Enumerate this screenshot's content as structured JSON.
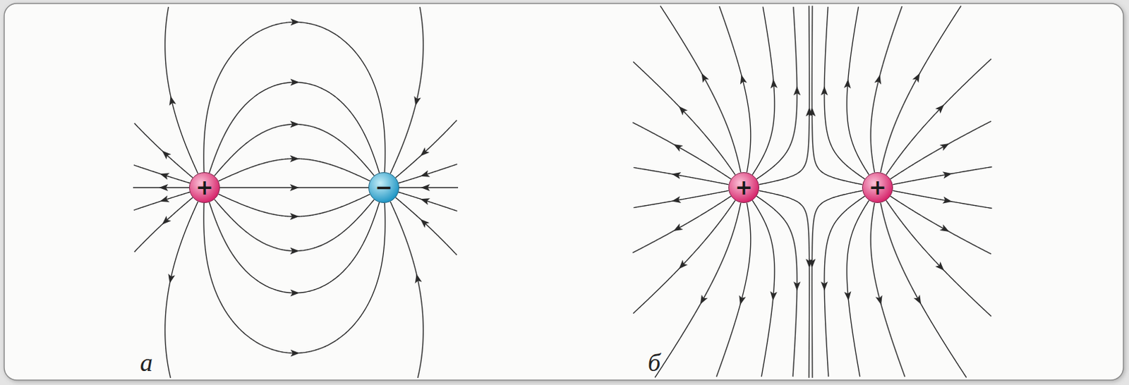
{
  "diagram": {
    "nodes": [
      {
        "text": [
          "+"
        ]
      },
      {
        "text": [
          "−"
        ]
      },
      {
        "text": [
          "+"
        ]
      },
      {
        "text": [
          "+"
        ]
      }
    ],
    "edges": [
      {
        "from": 0,
        "to": 1,
        "arrow": "to"
      },
      {
        "from": 0,
        "to": 1,
        "arrow": "to"
      },
      {
        "from": 0,
        "to": 1,
        "arrow": "to"
      },
      {
        "from": 0,
        "to": 1,
        "arrow": "to"
      },
      {
        "from": 0,
        "to": 1,
        "arrow": "to"
      },
      {
        "from": 0,
        "to": 1,
        "arrow": "to"
      },
      {
        "from": 0,
        "to": 1,
        "arrow": "to"
      },
      {
        "from": 0,
        "to": 1,
        "arrow": "to"
      },
      {
        "from": 0,
        "to": 1,
        "arrow": "to"
      }
    ],
    "labels": [
      "а",
      "б"
    ]
  }
}
